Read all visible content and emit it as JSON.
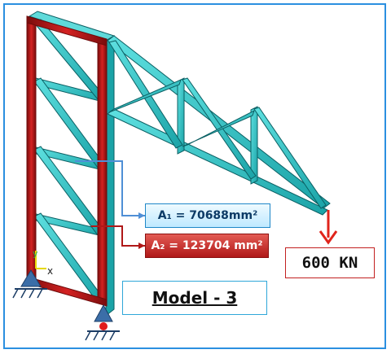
{
  "diagram": {
    "annotations": {
      "area_1": "A₁ = 70688mm²",
      "area_2": "A₂ = 123704 mm²",
      "load": "600 KN",
      "model": "Model - 3"
    },
    "axes": {
      "x": "x",
      "y": "y"
    },
    "colors": {
      "truss": "#21c2c2",
      "truss_edge": "#0b5f63",
      "frame": "#c41b1b",
      "frame_edge": "#6d0b0b",
      "leader_1": "#4f8fd6",
      "leader_2": "#b01818",
      "load_arrow": "#e0241b",
      "support": "#3b6ea8",
      "border": "#2b8fe0"
    }
  }
}
